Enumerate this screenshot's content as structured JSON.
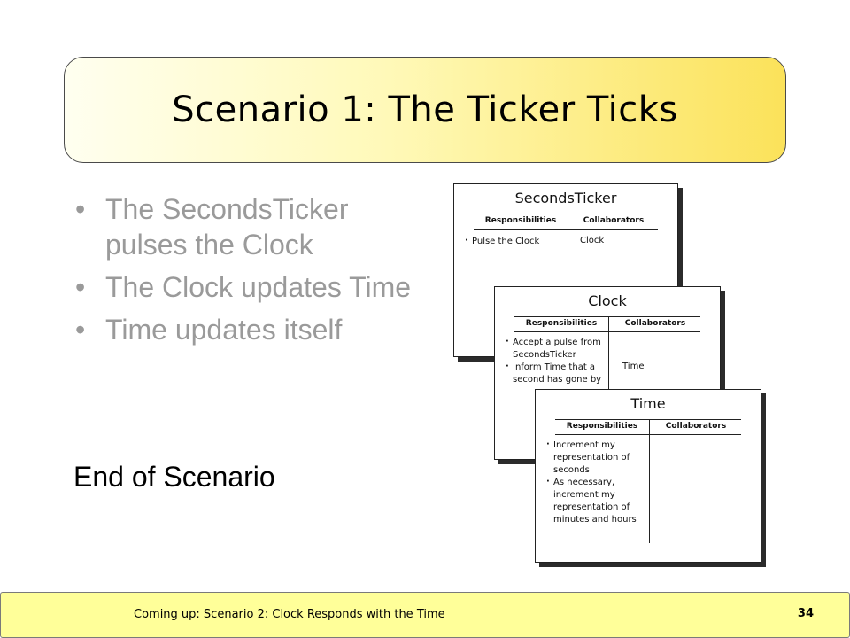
{
  "slide": {
    "title": "Scenario 1: The Ticker Ticks",
    "bullets": [
      "The SecondsTicker pulses the Clock",
      "The Clock updates Time",
      "Time updates itself"
    ],
    "bullet_glyph": "•",
    "end_text": "End of Scenario"
  },
  "cards": {
    "seconds_ticker": {
      "name": "SecondsTicker",
      "responsibilities_header": "Responsibilities",
      "collaborators_header": "Collaborators",
      "responsibilities": [
        "Pulse the Clock"
      ],
      "collaborators": [
        "Clock"
      ]
    },
    "clock": {
      "name": "Clock",
      "responsibilities_header": "Responsibilities",
      "collaborators_header": "Collaborators",
      "responsibilities": [
        "Accept a pulse from SecondsTicker",
        "Inform Time that a second has gone by"
      ],
      "collaborators": [
        "Time"
      ]
    },
    "time": {
      "name": "Time",
      "responsibilities_header": "Responsibilities",
      "collaborators_header": "Collaborators",
      "responsibilities": [
        "Increment my representation of seconds",
        "As necessary, increment my representation of minutes and hours"
      ],
      "collaborators": []
    }
  },
  "footer": {
    "text": "Coming up: Scenario 2: Clock Responds with the Time",
    "page_number": "34"
  }
}
